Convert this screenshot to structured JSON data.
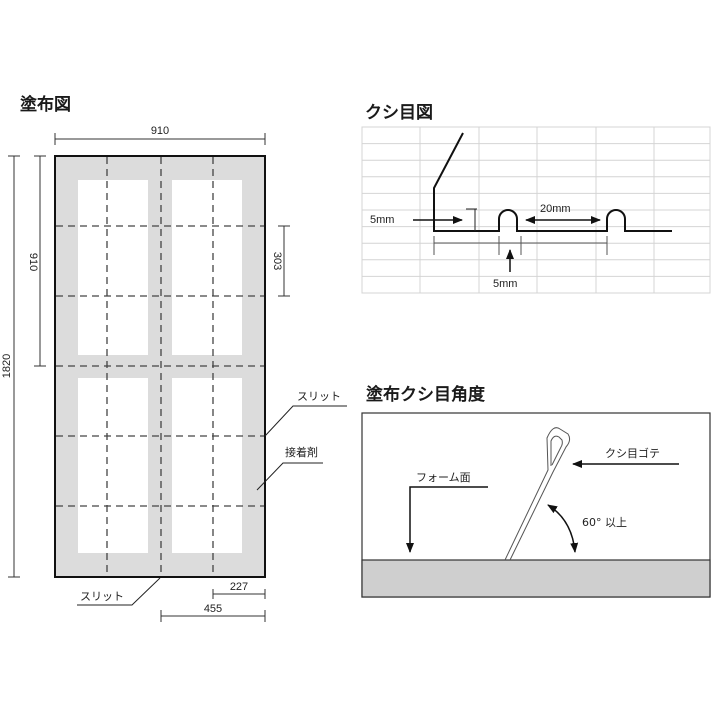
{
  "coating_diagram": {
    "title": "塗布図",
    "dim_width": "910",
    "dim_height_total": "1820",
    "dim_height_half": "910",
    "dim_row": "303",
    "dim_quarter": "227",
    "dim_half": "455",
    "label_slit_right": "スリット",
    "label_adhesive": "接着剤",
    "label_slit_bottom": "スリット",
    "colors": {
      "adhesive": "#dcdcdc",
      "border": "#111111",
      "dash": "#444444"
    }
  },
  "comb_diagram": {
    "title": "クシ目図",
    "label_height": "5mm",
    "label_spacing": "20mm",
    "label_width": "5mm",
    "colors": {
      "grid": "#d4d4d4",
      "line": "#111111"
    }
  },
  "angle_diagram": {
    "title": "塗布クシ目角度",
    "label_trowel": "クシ目ゴテ",
    "label_foam_surface": "フォーム面",
    "label_angle": "60° 以上",
    "colors": {
      "floor": "#cfcfcf",
      "border": "#333333"
    }
  }
}
